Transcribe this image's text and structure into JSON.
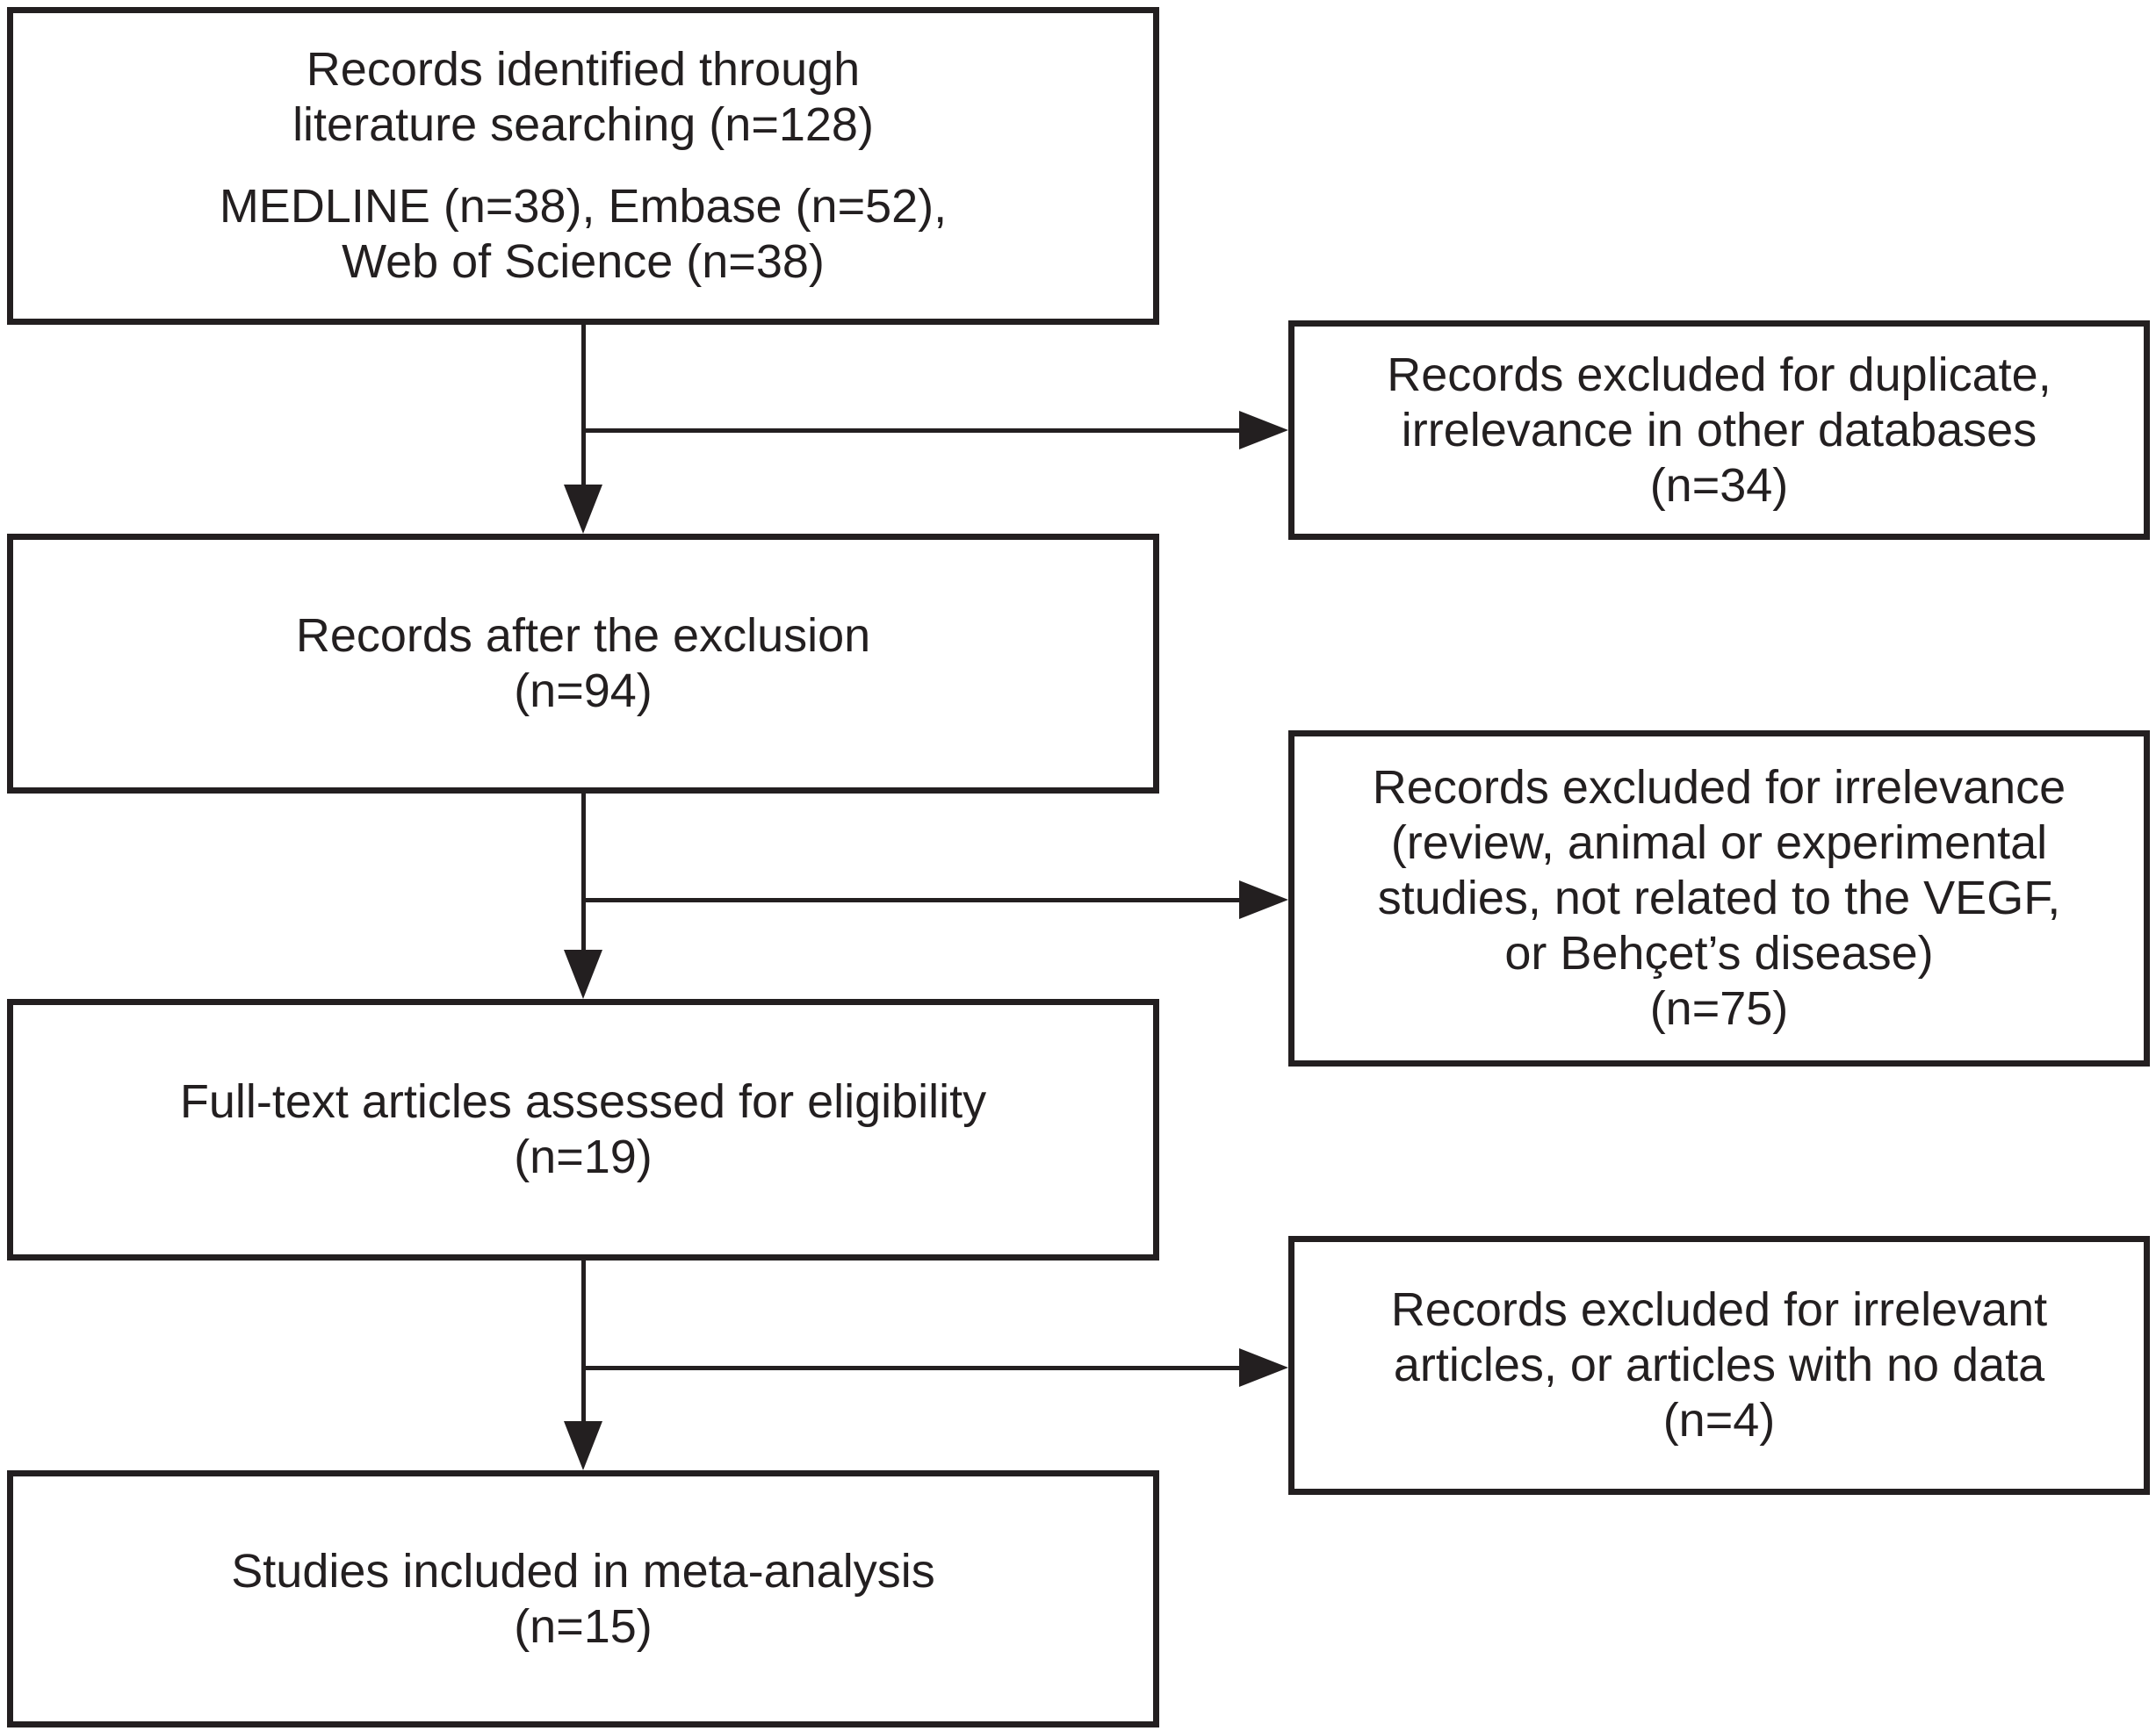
{
  "page": {
    "background": "#ffffff",
    "ink_color": "#231f20",
    "diagram_type": "literature-screening-flowchart"
  },
  "flowchart": {
    "left_column": [
      {
        "name": "records-identified",
        "paragraphs": [
          {
            "lines": [
              "Records identified through",
              "literature searching (n=128)"
            ]
          },
          {
            "lines": [
              "MEDLINE (n=38), Embase (n=52),",
              "Web of Science (n=38)"
            ]
          }
        ]
      },
      {
        "name": "records-after-exclusion",
        "paragraphs": [
          {
            "lines": [
              "Records after the exclusion",
              "(n=94)"
            ]
          }
        ]
      },
      {
        "name": "fulltext-assessed",
        "paragraphs": [
          {
            "lines": [
              "Full-text articles assessed for eligibility",
              "(n=19)"
            ]
          }
        ]
      },
      {
        "name": "studies-included",
        "paragraphs": [
          {
            "lines": [
              "Studies included in meta-analysis",
              "(n=15)"
            ]
          }
        ]
      }
    ],
    "right_column": [
      {
        "name": "excluded-duplicate",
        "paragraphs": [
          {
            "lines": [
              "Records excluded for duplicate,",
              "irrelevance in other databases",
              "(n=34)"
            ]
          }
        ]
      },
      {
        "name": "excluded-irrelevance",
        "paragraphs": [
          {
            "lines": [
              "Records excluded for irrelevance",
              "(review, animal or experimental",
              "studies, not related to the VEGF,",
              "or Behçet’s disease)",
              "(n=75)"
            ]
          }
        ]
      },
      {
        "name": "excluded-irrelevant-articles",
        "paragraphs": [
          {
            "lines": [
              "Records excluded for irrelevant",
              "articles, or articles with no data",
              "(n=4)"
            ]
          }
        ]
      }
    ]
  }
}
